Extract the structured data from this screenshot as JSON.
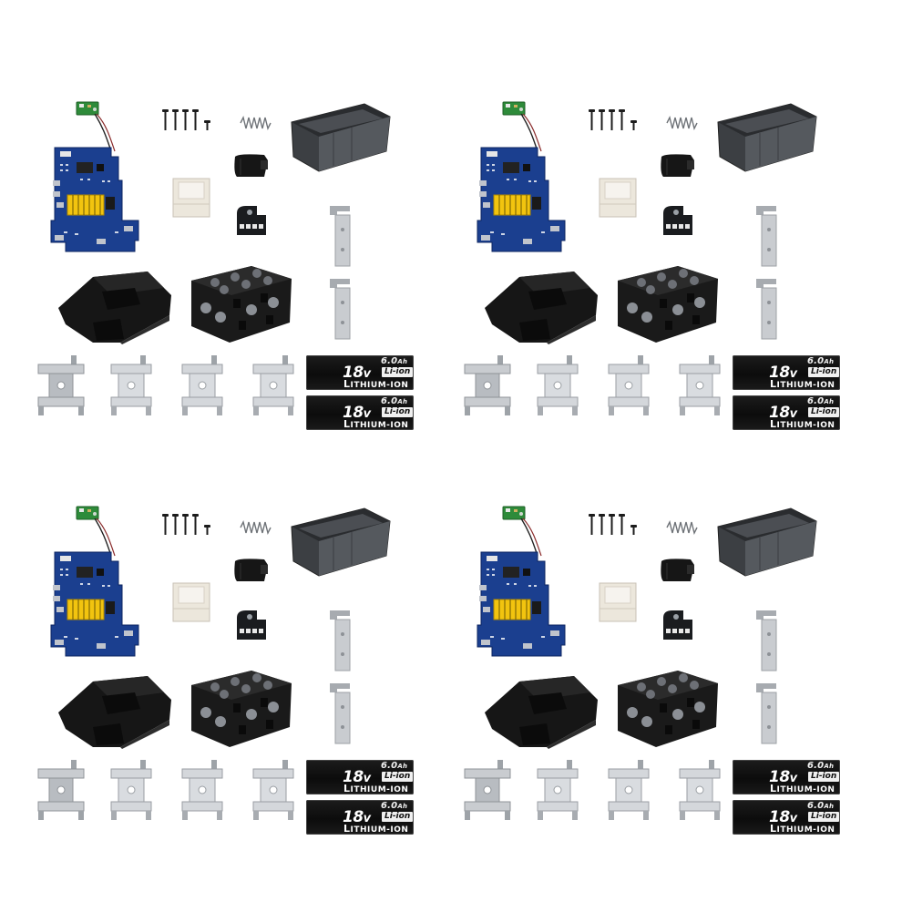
{
  "kit_count": 4,
  "labels": {
    "capacity": "6.0",
    "capacity_unit": "Ah",
    "voltage": "18",
    "voltage_unit": "v",
    "chemistry": "Li-ion",
    "cell_type": "LITHIUM-ION"
  },
  "colors": {
    "pcb_blue": "#1b3f8f",
    "chip_yellow": "#f2c40f",
    "shell_gray": "#3c3f43",
    "plastic_black": "#161616",
    "metal_silver": "#c9ccd0",
    "clip_white": "#ece7dc"
  }
}
